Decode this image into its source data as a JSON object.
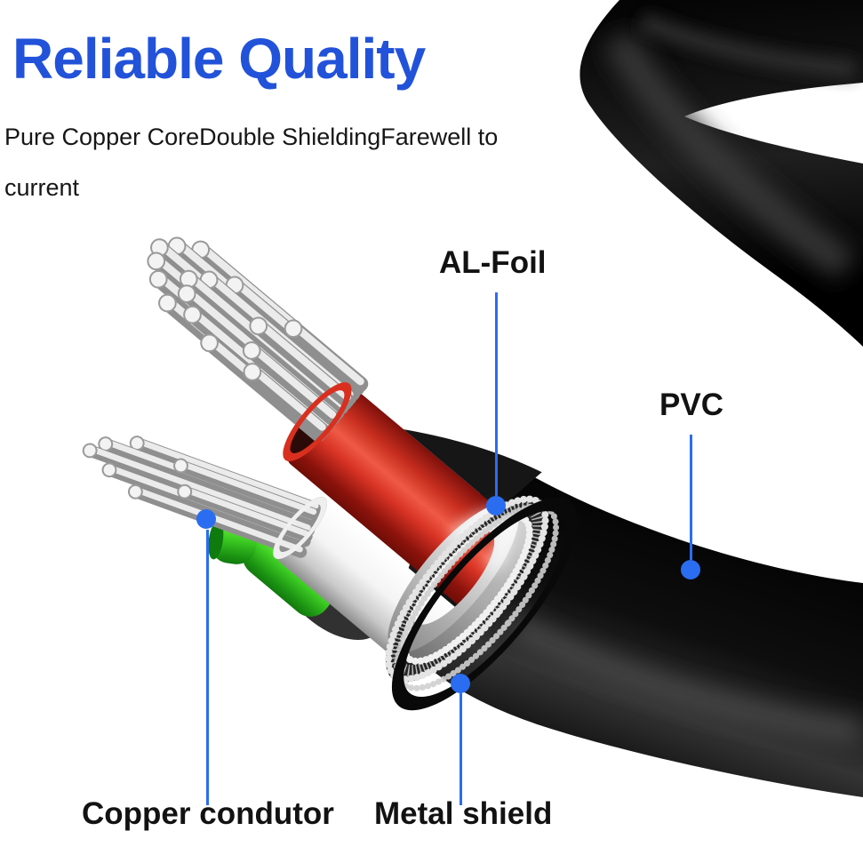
{
  "heading": {
    "text": "Reliable Quality",
    "color": "#2152d9"
  },
  "subheading": {
    "text": "Pure Copper CoreDouble ShieldingFarewell to current"
  },
  "callouts": {
    "leader_color": "#2a6df0",
    "al_foil": {
      "label": "AL-Foil"
    },
    "pvc": {
      "label": "PVC"
    },
    "copper_conductor": {
      "label": "Copper condutor"
    },
    "metal_shield": {
      "label": "Metal shield"
    }
  },
  "diagram_colors": {
    "pvc_jacket": "#0d0d0d",
    "al_foil": "#d6d6d6",
    "inner_core_red": "#d93425",
    "inner_core_white": "#f4f4f4",
    "ground_wire_green": "#3fd024",
    "copper_strand": "#d9d9d9"
  }
}
